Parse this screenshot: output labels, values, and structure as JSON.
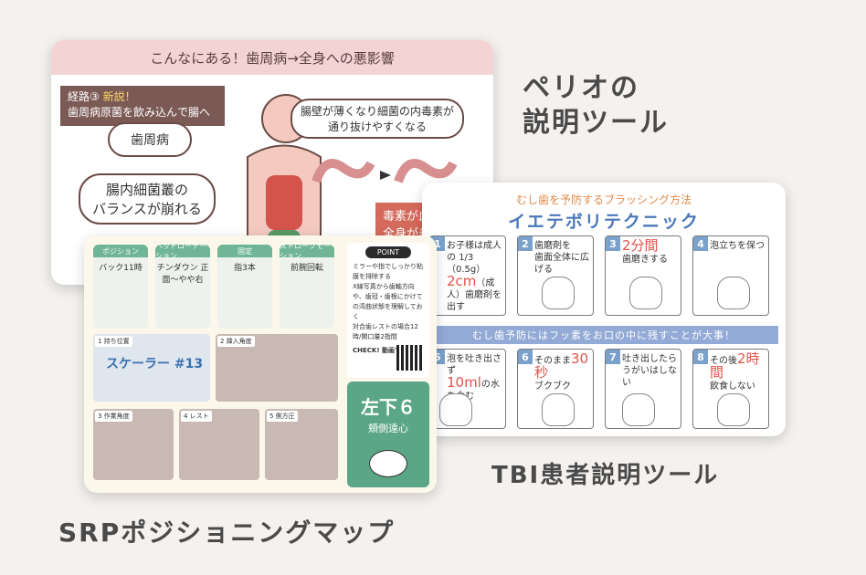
{
  "labels": {
    "perio_line1": "ペリオの",
    "perio_line2": "説明ツール",
    "tbi": "TBI患者説明ツール",
    "srp": "SRPポジショニングマップ"
  },
  "perio": {
    "header": "こんなにある！歯周病→全身への悪影響",
    "route_prefix": "経路③",
    "route_new": "新説！",
    "route_line2": "歯周病原菌を飲み込んで腸へ",
    "bubble_shishu": "歯周病",
    "bubble_bacteria_1": "腸内細菌叢の",
    "bubble_bacteria_2": "バランスが崩れる",
    "bubble_wall_1": "腸壁が薄くなり細菌の内毒素が",
    "bubble_wall_2": "通り抜けやすくなる",
    "pink_1": "毒素が血液を介",
    "pink_2": "全身が炎症状態"
  },
  "tbi": {
    "subtitle": "むし歯を予防するブラッシング方法",
    "title": "イエテボリテクニック",
    "band": "むし歯予防にはフッ素をお口の中に残すことが大事！",
    "steps": [
      {
        "n": "1",
        "text_a": "お子様は成人の",
        "text_b": "1/3（0.5g）",
        "big": "2cm",
        "text_c": "（成人）歯磨剤を出す"
      },
      {
        "n": "2",
        "text_a": "歯磨剤を",
        "text_b": "歯面全体に広げる",
        "big": "",
        "text_c": ""
      },
      {
        "n": "3",
        "text_a": "",
        "text_b": "歯磨きする",
        "big": "2分間",
        "text_c": ""
      },
      {
        "n": "4",
        "text_a": "泡立ちを保つ",
        "text_b": "",
        "big": "",
        "text_c": ""
      },
      {
        "n": "5",
        "text_a": "泡を吐き出さず",
        "text_b": "の水を含む",
        "big": "10ml",
        "text_c": ""
      },
      {
        "n": "6",
        "text_a": "そのまま",
        "text_b": "ブクブク",
        "big": "30秒",
        "text_c": ""
      },
      {
        "n": "7",
        "text_a": "吐き出したら",
        "text_b": "うがいはしない",
        "big": "",
        "text_c": ""
      },
      {
        "n": "8",
        "text_a": "その後",
        "text_b": "飲食しない",
        "big": "2時間",
        "text_c": ""
      }
    ]
  },
  "srp": {
    "columns": [
      {
        "head": "ポジション",
        "text": "バック11時"
      },
      {
        "head": "ヘッドローテーション",
        "text": "チンダウン 正面〜やや右"
      },
      {
        "head": "固定",
        "text": "指3本"
      },
      {
        "head": "ストロークモーション",
        "text": "前腕回転"
      }
    ],
    "point_head": "POINT",
    "point_lines": [
      "ミラーや指でしっかり粘膜を排除する",
      "X線写真から歯軸方向や、歯冠・歯根にかけての湾曲状態を理解しておく",
      "対合歯レストの場合12時/開口量2指間"
    ],
    "check": "CHECK! 動画で確認",
    "photos": [
      {
        "tag": "1 持ち位置",
        "extra": "スケーラー #13"
      },
      {
        "tag": "2 挿入角度",
        "extra": ""
      },
      {
        "tag": "3 作業角度",
        "extra": ""
      },
      {
        "tag": "4 レスト",
        "extra": ""
      },
      {
        "tag": "5 側方圧",
        "extra": ""
      }
    ],
    "green_big": "左下６",
    "green_small": "頬側遠心"
  },
  "colors": {
    "perio_header": "#f3d4d4",
    "tbi_title": "#4a78b8",
    "srp_green": "#5aa687",
    "label_text": "#4a4a4a"
  }
}
